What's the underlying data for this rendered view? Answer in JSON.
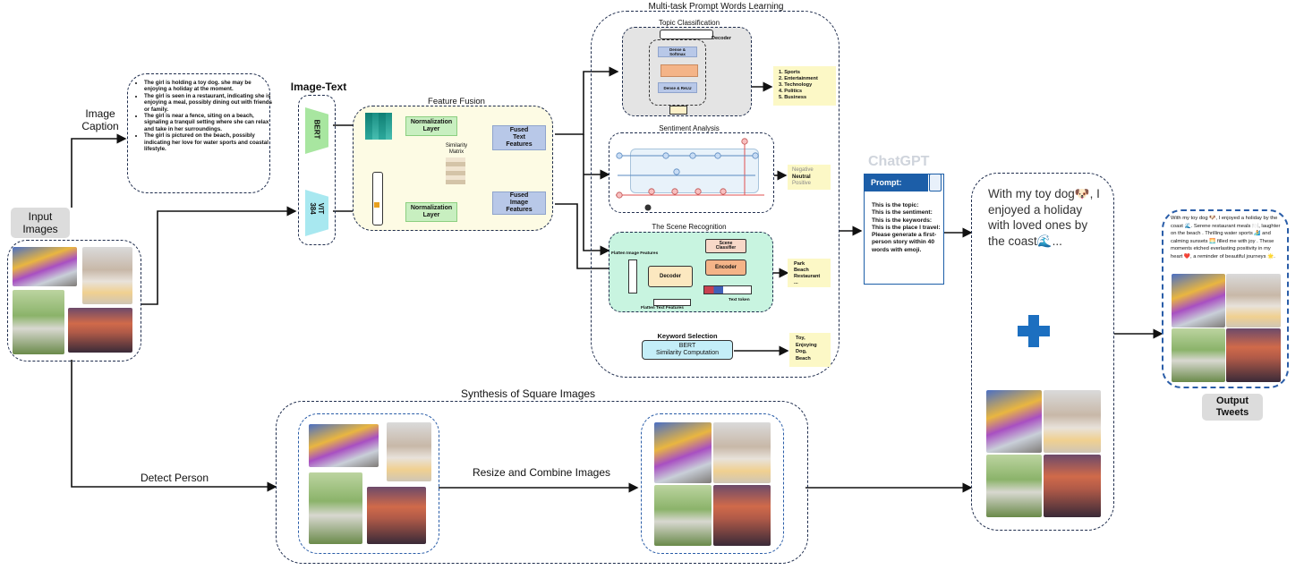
{
  "input": {
    "label": "Input\nImages"
  },
  "caption": {
    "label": "Image\nCaption",
    "items": [
      "The girl is holding a toy dog. she may be enjoying a holiday at the moment.",
      "The girl is seen in a restaurant, indicating she is enjoying a meal, possibly dining out with friends or family.",
      "The girl is near a fence, siting on a beach, signaling a tranquil setting where she can relax and take in her surroundings.",
      "The girl is pictured on the beach, possibly indicating her love for water sports and coastal lifestyle."
    ]
  },
  "image_text": {
    "label": "Image-Text",
    "bert": "BERT",
    "vit": "VIT\n384"
  },
  "fusion": {
    "title": "Feature Fusion",
    "norm1": "Normalization\nLayer",
    "norm2": "Normalization\nLayer",
    "similarity": "Similarity\nMatrix",
    "fused_text": "Fused\nText\nFeatures",
    "fused_image": "Fused\nImage\nFeatures"
  },
  "multitask": {
    "title": "Multi-task Prompt Words Learning",
    "topic": {
      "title": "Topic Classification",
      "decoder": "Decoder",
      "dense_softmax": "Dense &\nSoftmax",
      "dense_relu": "Dense & ReLU",
      "outputs": [
        "1. Sports",
        "2. Entertainment",
        "3. Technology",
        "4. Politics",
        "5. Business"
      ]
    },
    "sentiment": {
      "title": "Sentiment Analysis",
      "outputs": [
        "Negative",
        "Neutral",
        "Positive"
      ]
    },
    "scene": {
      "title": "The Scene Recognition",
      "flatten_image": "Flatten Image Features",
      "decoder": "Decoder",
      "scene_classifier": "Scene\nClassifier",
      "encoder": "Encoder",
      "flatten_text": "Flatten Text Features",
      "text_token": "Text token",
      "outputs": [
        "Park",
        "Beach",
        "Restaurant",
        "..."
      ]
    },
    "keyword": {
      "title": "Keyword Selection",
      "box": "BERT\nSimilarity Computation",
      "outputs": [
        "Toy,",
        "Enjoying",
        "Dog,",
        "Beach"
      ]
    }
  },
  "chatgpt": {
    "label": "ChatGPT",
    "prompt_title": "Prompt:",
    "prompt_lines": [
      "This is the topic:",
      "This is the sentiment:",
      "This is the keywords:",
      "This is the place I travel:",
      "Please generate a first-person story within 40 words with emoji."
    ]
  },
  "story": {
    "text": "With my toy dog🐶, I enjoyed a holiday with loved ones by the coast🌊..."
  },
  "output": {
    "label": "Output\nTweets",
    "text": "With my toy dog 🐶, I enjoyed a holiday by the coast 🌊. Serene restaurant meals 🍽️, laughter on the beach . Thrilling water sports 🏄 and calming sunsets 🌅 filled me with joy . These moments etched everlasting positivity in my heart ❤️, a reminder of beautiful journeys 🌟."
  },
  "synthesis": {
    "title": "Synthesis of Square Images",
    "detect": "Detect Person",
    "resize": "Resize and Combine Images"
  },
  "colors": {
    "dashed": "#1f2d4d",
    "green_box": "#c8efc0",
    "blue_box": "#b8c8e8",
    "yellow_box": "#fcf8c6",
    "plus": "#1c6fc0"
  }
}
